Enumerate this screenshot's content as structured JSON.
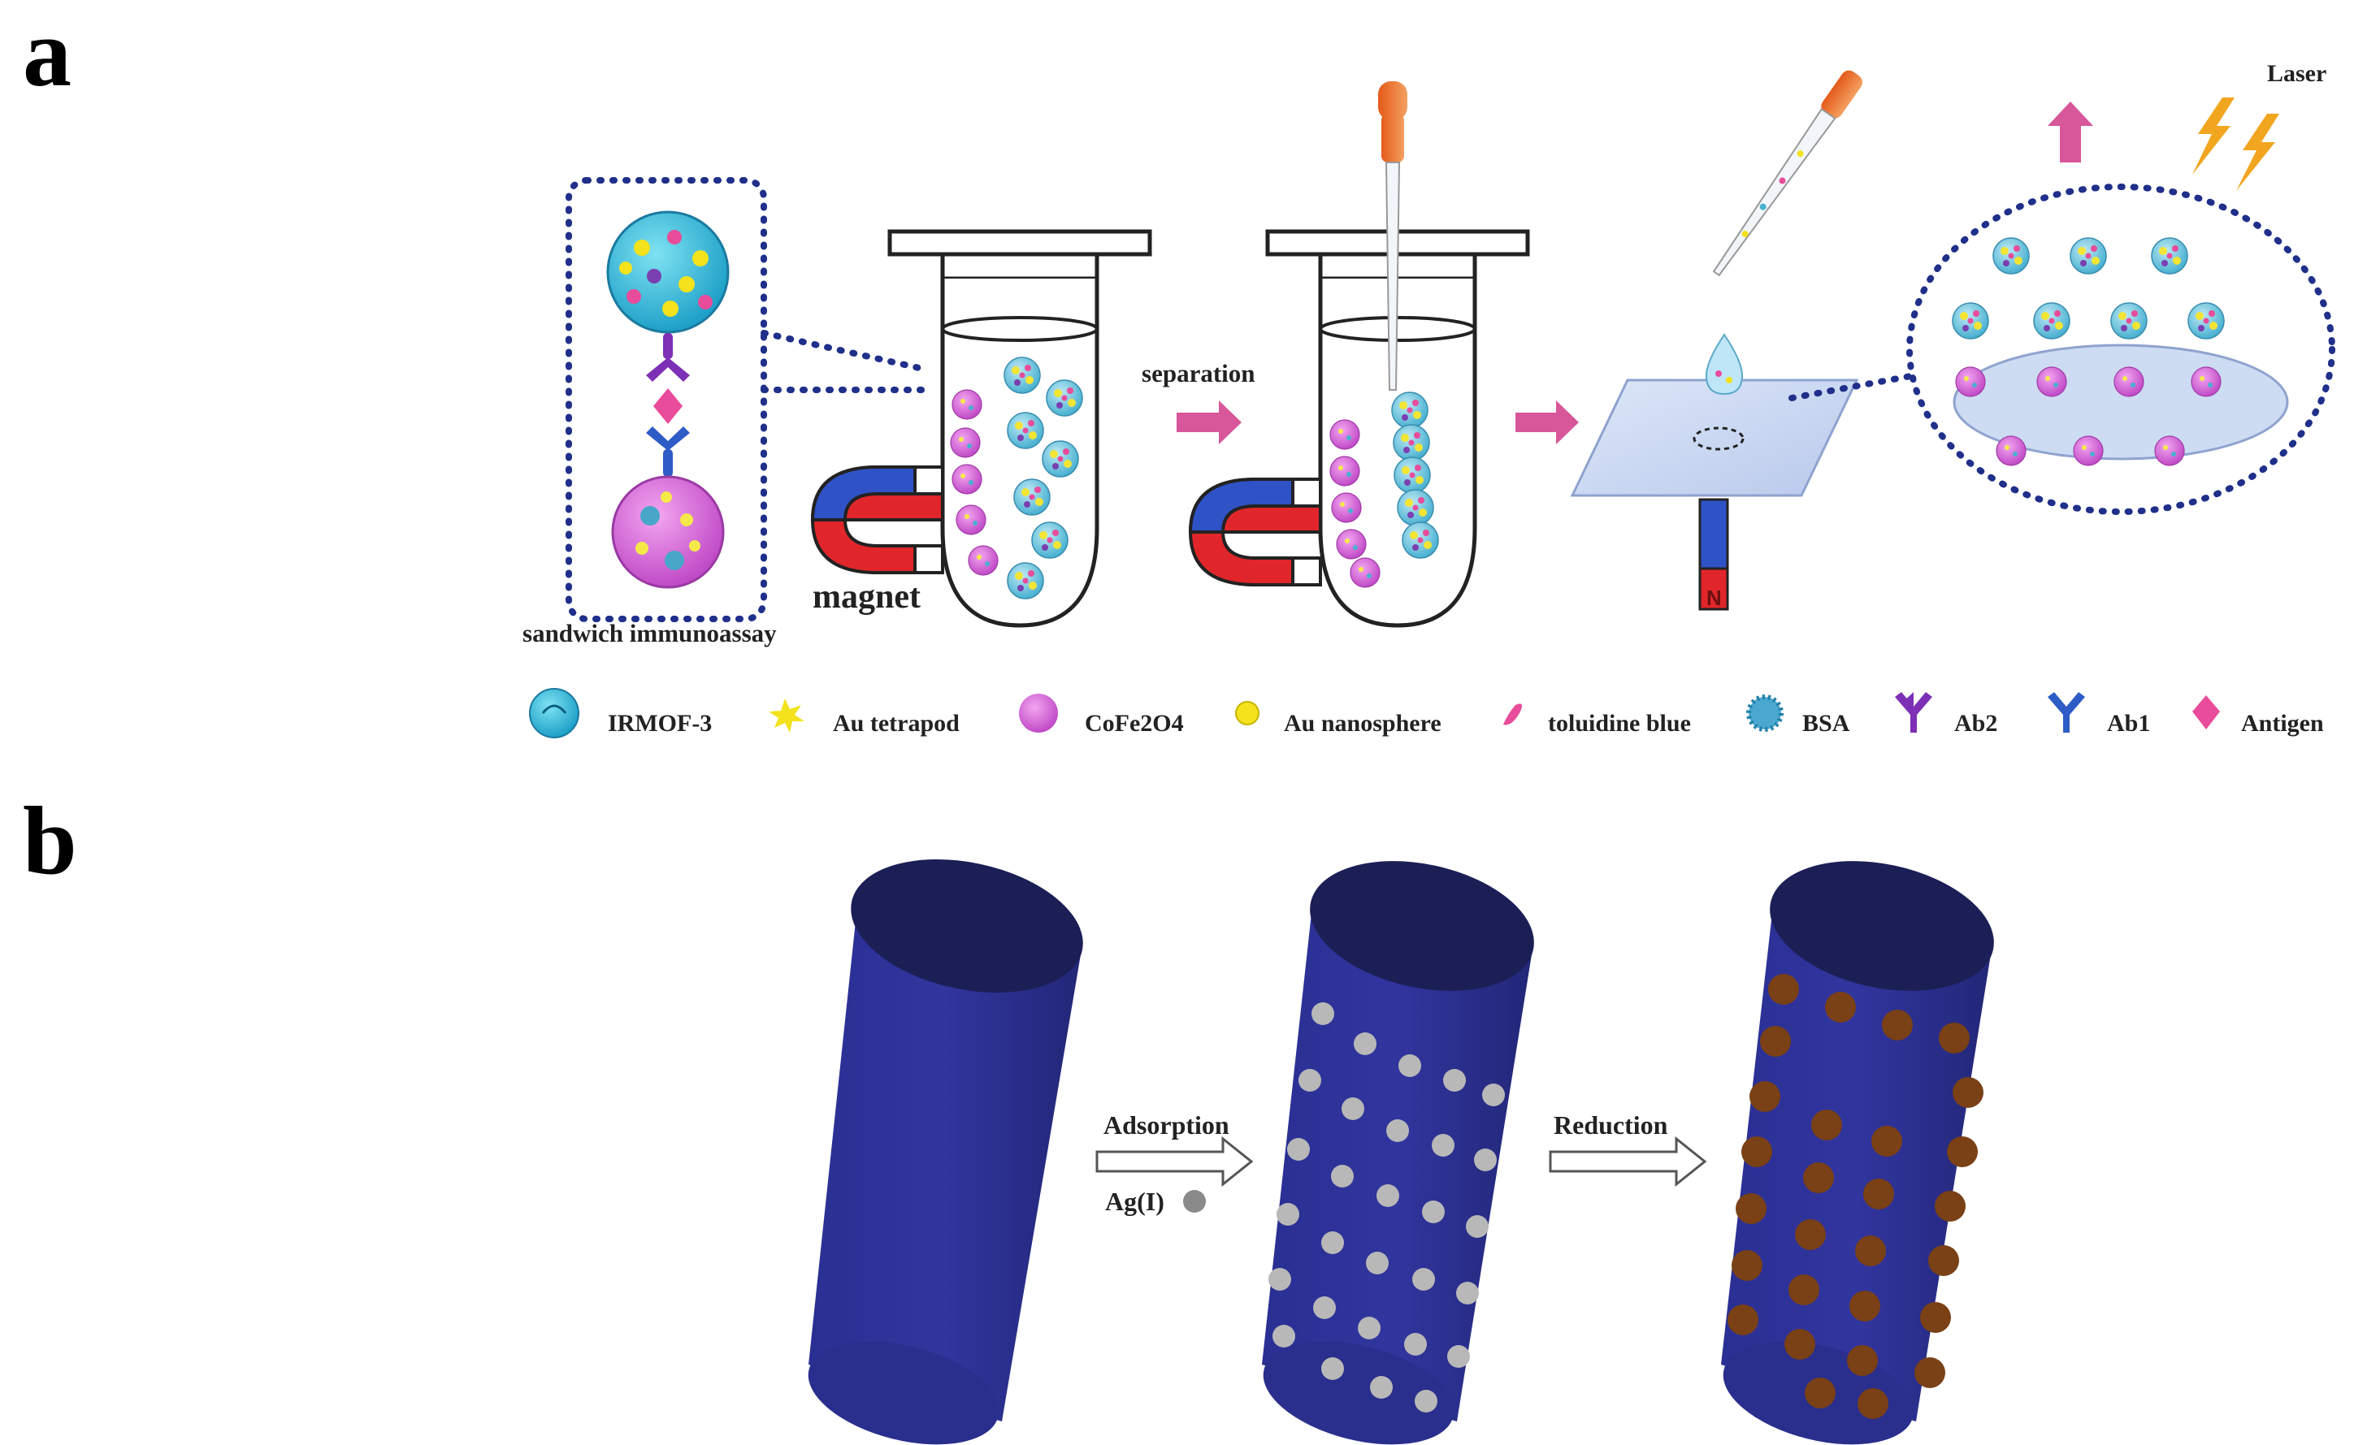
{
  "panel_a": {
    "letter": "a",
    "sandwich_label": "sandwich immunoassay",
    "magnet_label": "magnet",
    "separation_label": "separation",
    "laser_label": "Laser",
    "magnet_pole": "N",
    "legend": [
      {
        "label": "IRMOF-3",
        "icon": "irmof3-icon"
      },
      {
        "label": "Au tetrapod",
        "icon": "au-tetrapod-icon"
      },
      {
        "label": "CoFe2O4",
        "icon": "cofe2o4-icon"
      },
      {
        "label": "Au nanosphere",
        "icon": "au-nanosphere-icon"
      },
      {
        "label": "toluidine blue",
        "icon": "toluidine-blue-icon"
      },
      {
        "label": "BSA",
        "icon": "bsa-icon"
      },
      {
        "label": "Ab2",
        "icon": "ab2-icon"
      },
      {
        "label": "Ab1",
        "icon": "ab1-icon"
      },
      {
        "label": "Antigen",
        "icon": "antigen-icon"
      }
    ]
  },
  "panel_b": {
    "letter": "b",
    "adsorption_label": "Adsorption",
    "agi_label": "Ag(I)",
    "reduction_label": "Reduction"
  },
  "colors": {
    "dot_border": "#1f2f8a",
    "cylinder": "#262a8a",
    "cylinder_top": "#1c1f55",
    "ag_dot": "#b8b8b8",
    "reduced_dot": "#7a4016",
    "arrow_pink": "#d8569a",
    "magnet_red": "#e0262a",
    "magnet_blue": "#2f52c7"
  }
}
